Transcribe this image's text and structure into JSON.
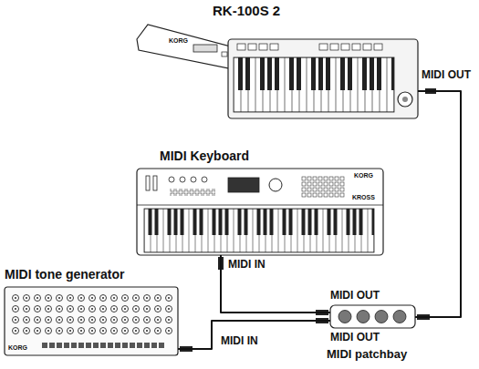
{
  "diagram": {
    "nodes": [
      {
        "text": [
          "RK-100S 2"
        ]
      },
      {
        "text": [
          "MIDI Keyboard"
        ]
      },
      {
        "text": [
          "MIDI tone generator"
        ]
      },
      {
        "text": [
          "MIDI patchbay"
        ]
      }
    ],
    "edges": [
      {
        "from": 0,
        "to": 3,
        "arrow": "none"
      },
      {
        "from": 3,
        "to": 1,
        "arrow": "none"
      },
      {
        "from": 3,
        "to": 2,
        "arrow": "none"
      }
    ],
    "labels": [
      "KORG",
      "MIDI OUT",
      "KORG",
      "KROSS",
      "MIDI IN",
      "MIDI OUT",
      "KORG",
      "MIDI IN",
      "MIDI OUT"
    ]
  }
}
